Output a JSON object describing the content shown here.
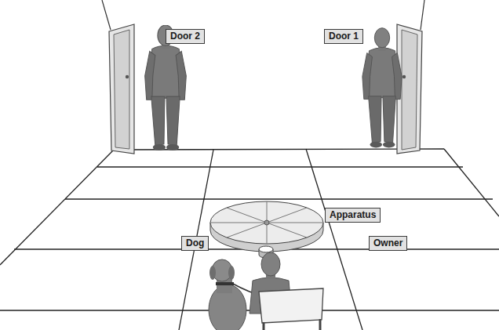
{
  "diagram": {
    "nodes": [
      {
        "text": [
          "Door 2"
        ]
      },
      {
        "text": [
          "Door 1"
        ]
      },
      {
        "text": [
          "Apparatus"
        ]
      },
      {
        "text": [
          "Dog"
        ]
      },
      {
        "text": [
          "Owner"
        ]
      }
    ]
  }
}
